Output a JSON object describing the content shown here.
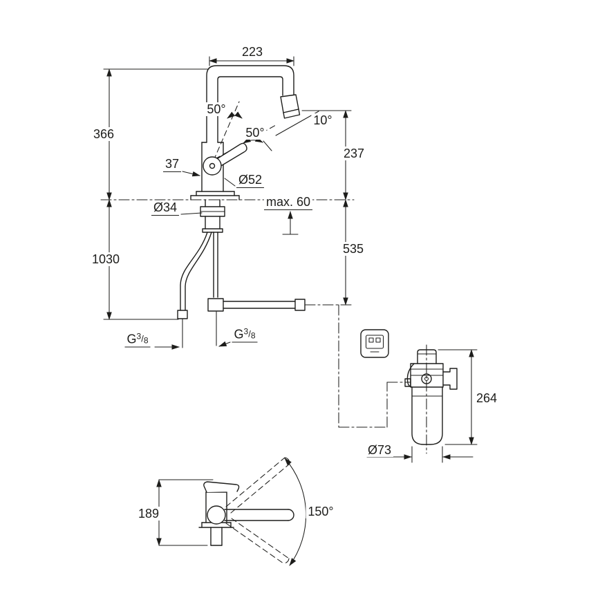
{
  "drawing": {
    "labels": {
      "spout_reach": "223",
      "height_to_spout_top": "366",
      "handle_angle_upper": "50°",
      "handle_angle_lower": "50°",
      "spout_tilt": "10°",
      "handle_width": "37",
      "outlet_height": "237",
      "body_diameter": "Ø52",
      "hole_diameter": "Ø34",
      "max_deck_thickness": "max. 60",
      "hose_length_connection": "535",
      "hose_length_supply": "1030",
      "filter_height": "264",
      "filter_diameter": "Ø73",
      "side_view_height": "189",
      "swivel_range": "150°",
      "thread": {
        "prefix": "G",
        "numerator": "3",
        "slash": "/",
        "denominator": "8"
      }
    },
    "colors": {
      "line": "#1d1d1b",
      "background": "#ffffff"
    }
  }
}
